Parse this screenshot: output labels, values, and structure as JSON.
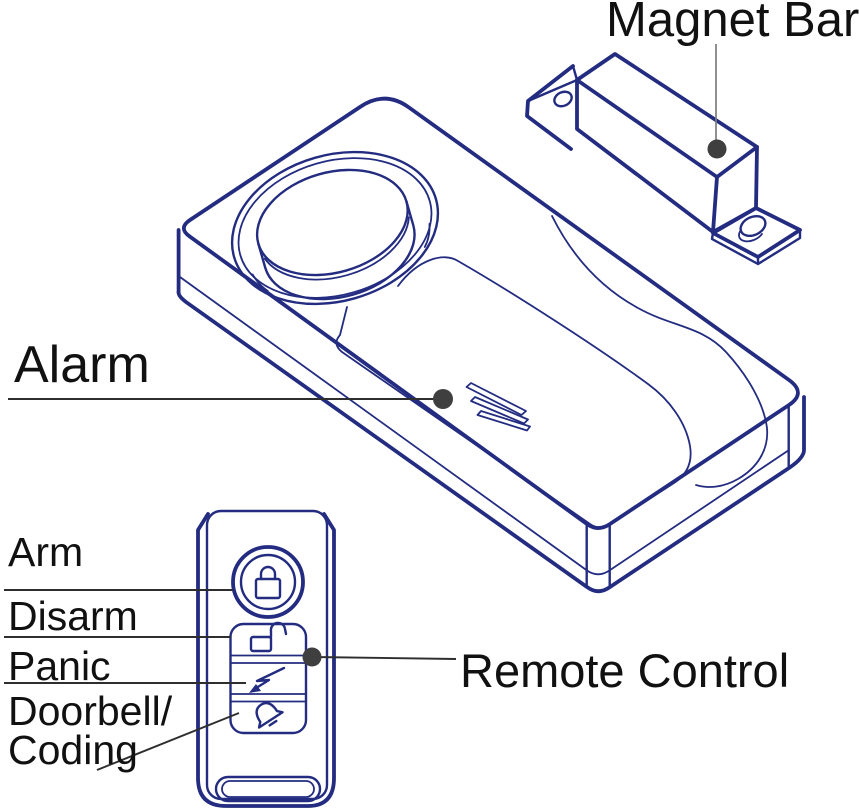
{
  "labels": {
    "magnet_bar": "Magnet Bar",
    "alarm": "Alarm",
    "remote_control": "Remote Control",
    "arm": "Arm",
    "disarm": "Disarm",
    "panic": "Panic",
    "doorbell_line1": "Doorbell/",
    "doorbell_line2": "Coding"
  },
  "colors": {
    "line_blue": "#232c80",
    "text": "#111111",
    "leader": "#2e2e2e",
    "leader_soft": "#7d7d7d",
    "dot": "#3f3f3f",
    "background": "#ffffff"
  },
  "icons": {
    "arm_button": "closed-padlock-icon",
    "disarm_button": "open-padlock-icon",
    "panic_button": "lightning-bolt-icon",
    "doorbell_button": "bell-icon",
    "alarm_logo": "triple-chevron-icon"
  }
}
